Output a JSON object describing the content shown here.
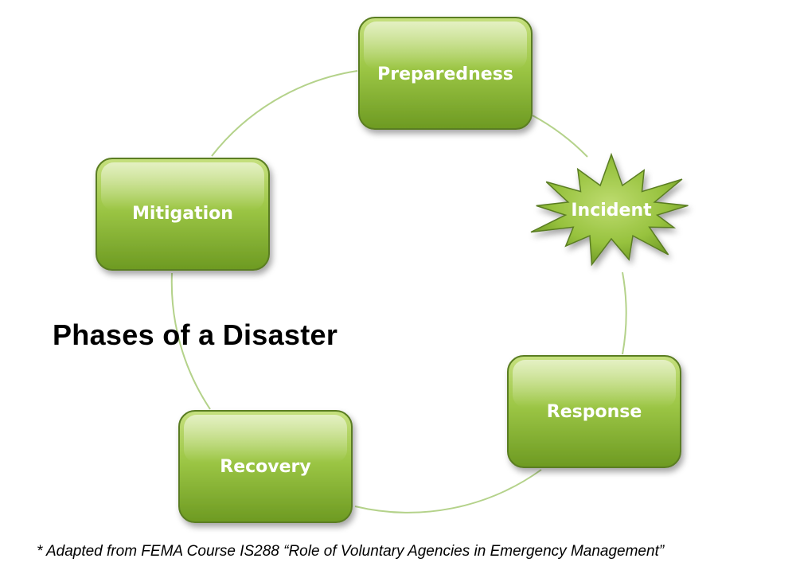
{
  "title": "Phases of a Disaster",
  "footnote": "* Adapted from FEMA Course IS288 “Role of Voluntary Agencies in Emergency Management”",
  "colors": {
    "node_fill_light": "#b9d96a",
    "node_fill_mid": "#8dbb34",
    "node_fill_dark": "#5f8a1c",
    "node_border": "#5a7d22",
    "cycle_line": "#b4d28a",
    "title_text": "#000000"
  },
  "phases": {
    "preparedness": "Preparedness",
    "incident": "Incident",
    "response": "Response",
    "recovery": "Recovery",
    "mitigation": "Mitigation"
  }
}
